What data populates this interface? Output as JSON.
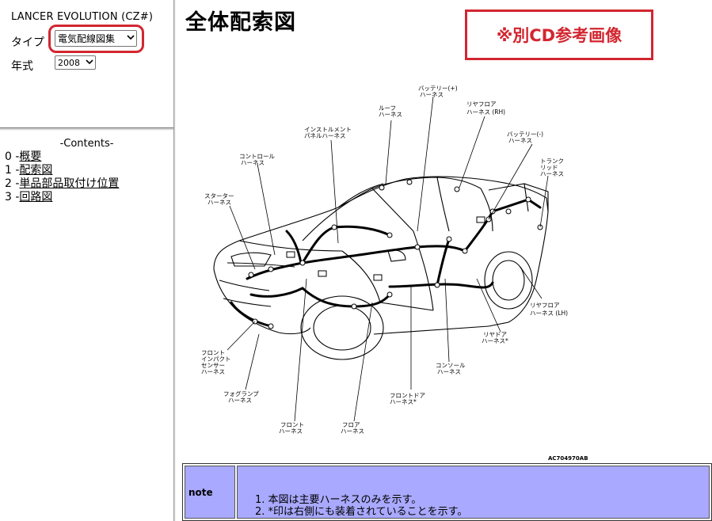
{
  "sidebar": {
    "model_title": "LANCER EVOLUTION (CZ#)",
    "type_label": "タイプ",
    "type_value": "電気配線図集",
    "year_label": "年式",
    "year_value": "2008",
    "contents_title": "-Contents-",
    "contents": [
      {
        "num": "0 -",
        "label": "概要"
      },
      {
        "num": "1 -",
        "label": "配索図"
      },
      {
        "num": "2 -",
        "label": "単品部品取付け位置"
      },
      {
        "num": "3 -",
        "label": "回路図"
      }
    ]
  },
  "main": {
    "title": "全体配索図",
    "reference_note": "※別CD参考画像",
    "diagram_code": "AC704970AB",
    "labels": {
      "battery_plus": [
        "バッテリー(+)",
        "ハーネス"
      ],
      "roof": [
        "ルーフ",
        "ハーネス"
      ],
      "rear_floor_rh": [
        "リヤフロア",
        "ハーネス (RH)"
      ],
      "instrument": [
        "インストルメント",
        "パネルハーネス"
      ],
      "battery_minus": [
        "バッテリー(-)",
        "ハーネス"
      ],
      "control": [
        "コントロール",
        "ハーネス"
      ],
      "trunk_lid": [
        "トランク",
        "リッド",
        "ハーネス"
      ],
      "starter": [
        "スターター",
        "ハーネス"
      ],
      "rear_floor_lh": [
        "リヤフロア",
        "ハーネス (LH)"
      ],
      "rear_door": [
        "リヤドア",
        "ハーネス*"
      ],
      "front_impact": [
        "フロント",
        "インパクト",
        "センサー",
        "ハーネス"
      ],
      "console": [
        "コンソール",
        "ハーネス"
      ],
      "fog_lamp": [
        "フォグランプ",
        "ハーネス"
      ],
      "front_door": [
        "フロントドア",
        "ハーネス*"
      ],
      "front": [
        "フロント",
        "ハーネス"
      ],
      "floor": [
        "フロア",
        "ハーネス"
      ]
    },
    "note": {
      "header": "note",
      "lines": [
        "1. 本図は主要ハーネスのみを示す。",
        "2. *印は右側にも装着されていることを示す。"
      ]
    }
  },
  "colors": {
    "highlight": "#d22630",
    "note_bg": "#a9a9ff"
  }
}
